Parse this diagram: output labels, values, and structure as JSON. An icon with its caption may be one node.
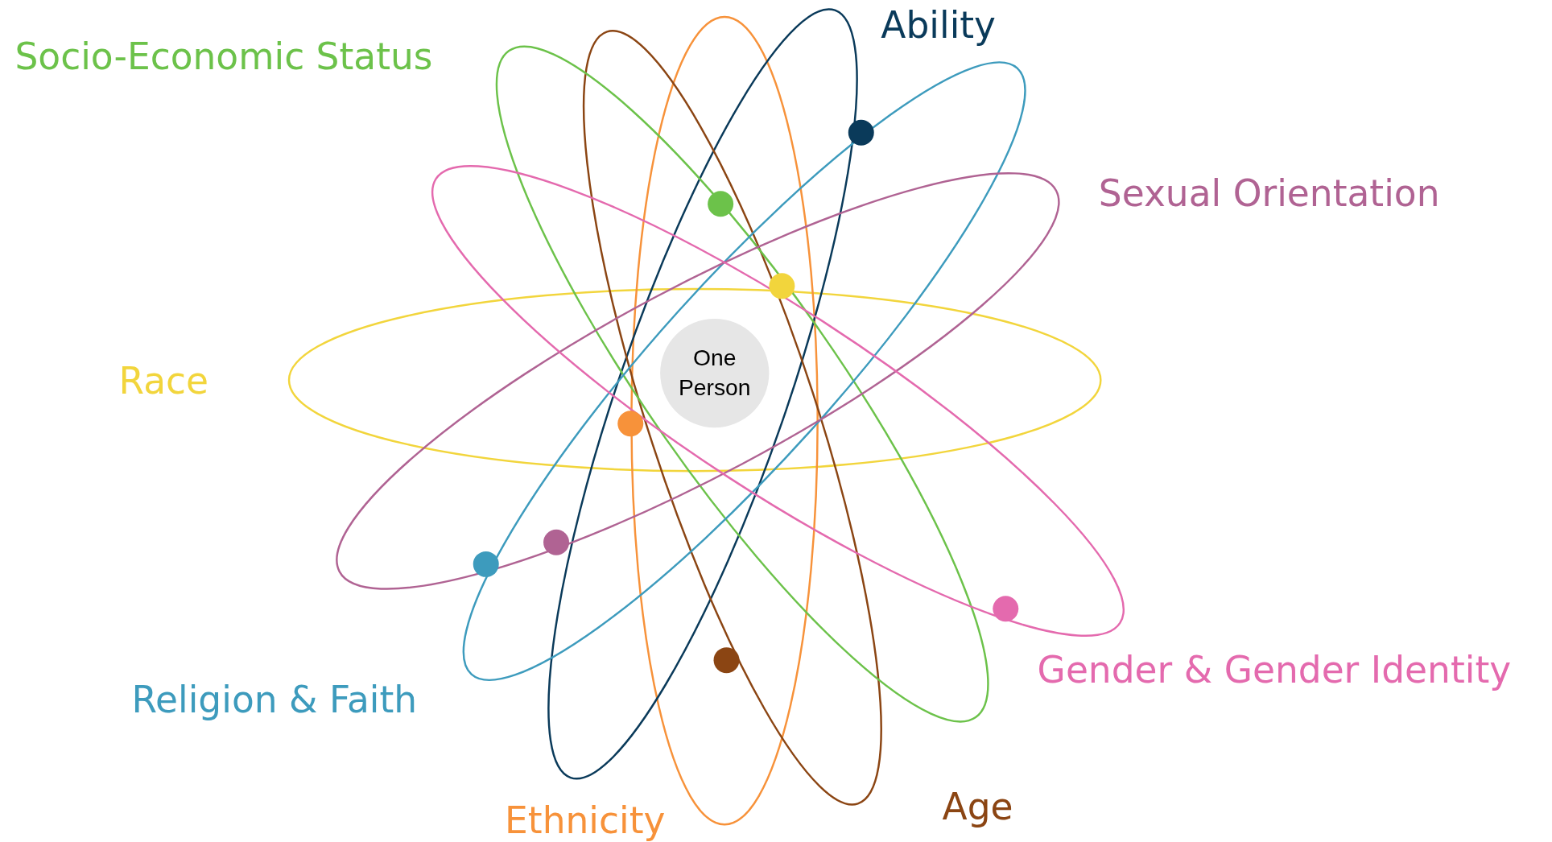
{
  "diagram": {
    "nodes": [
      {
        "text": [
          "One Person"
        ]
      }
    ],
    "edges": [],
    "labels": [
      "Ability",
      "Socio-Economic Status",
      "Sexual Orientation",
      "Race",
      "Gender & Gender Identity",
      "Religion & Faith",
      "Age",
      "Ethnicity"
    ]
  }
}
